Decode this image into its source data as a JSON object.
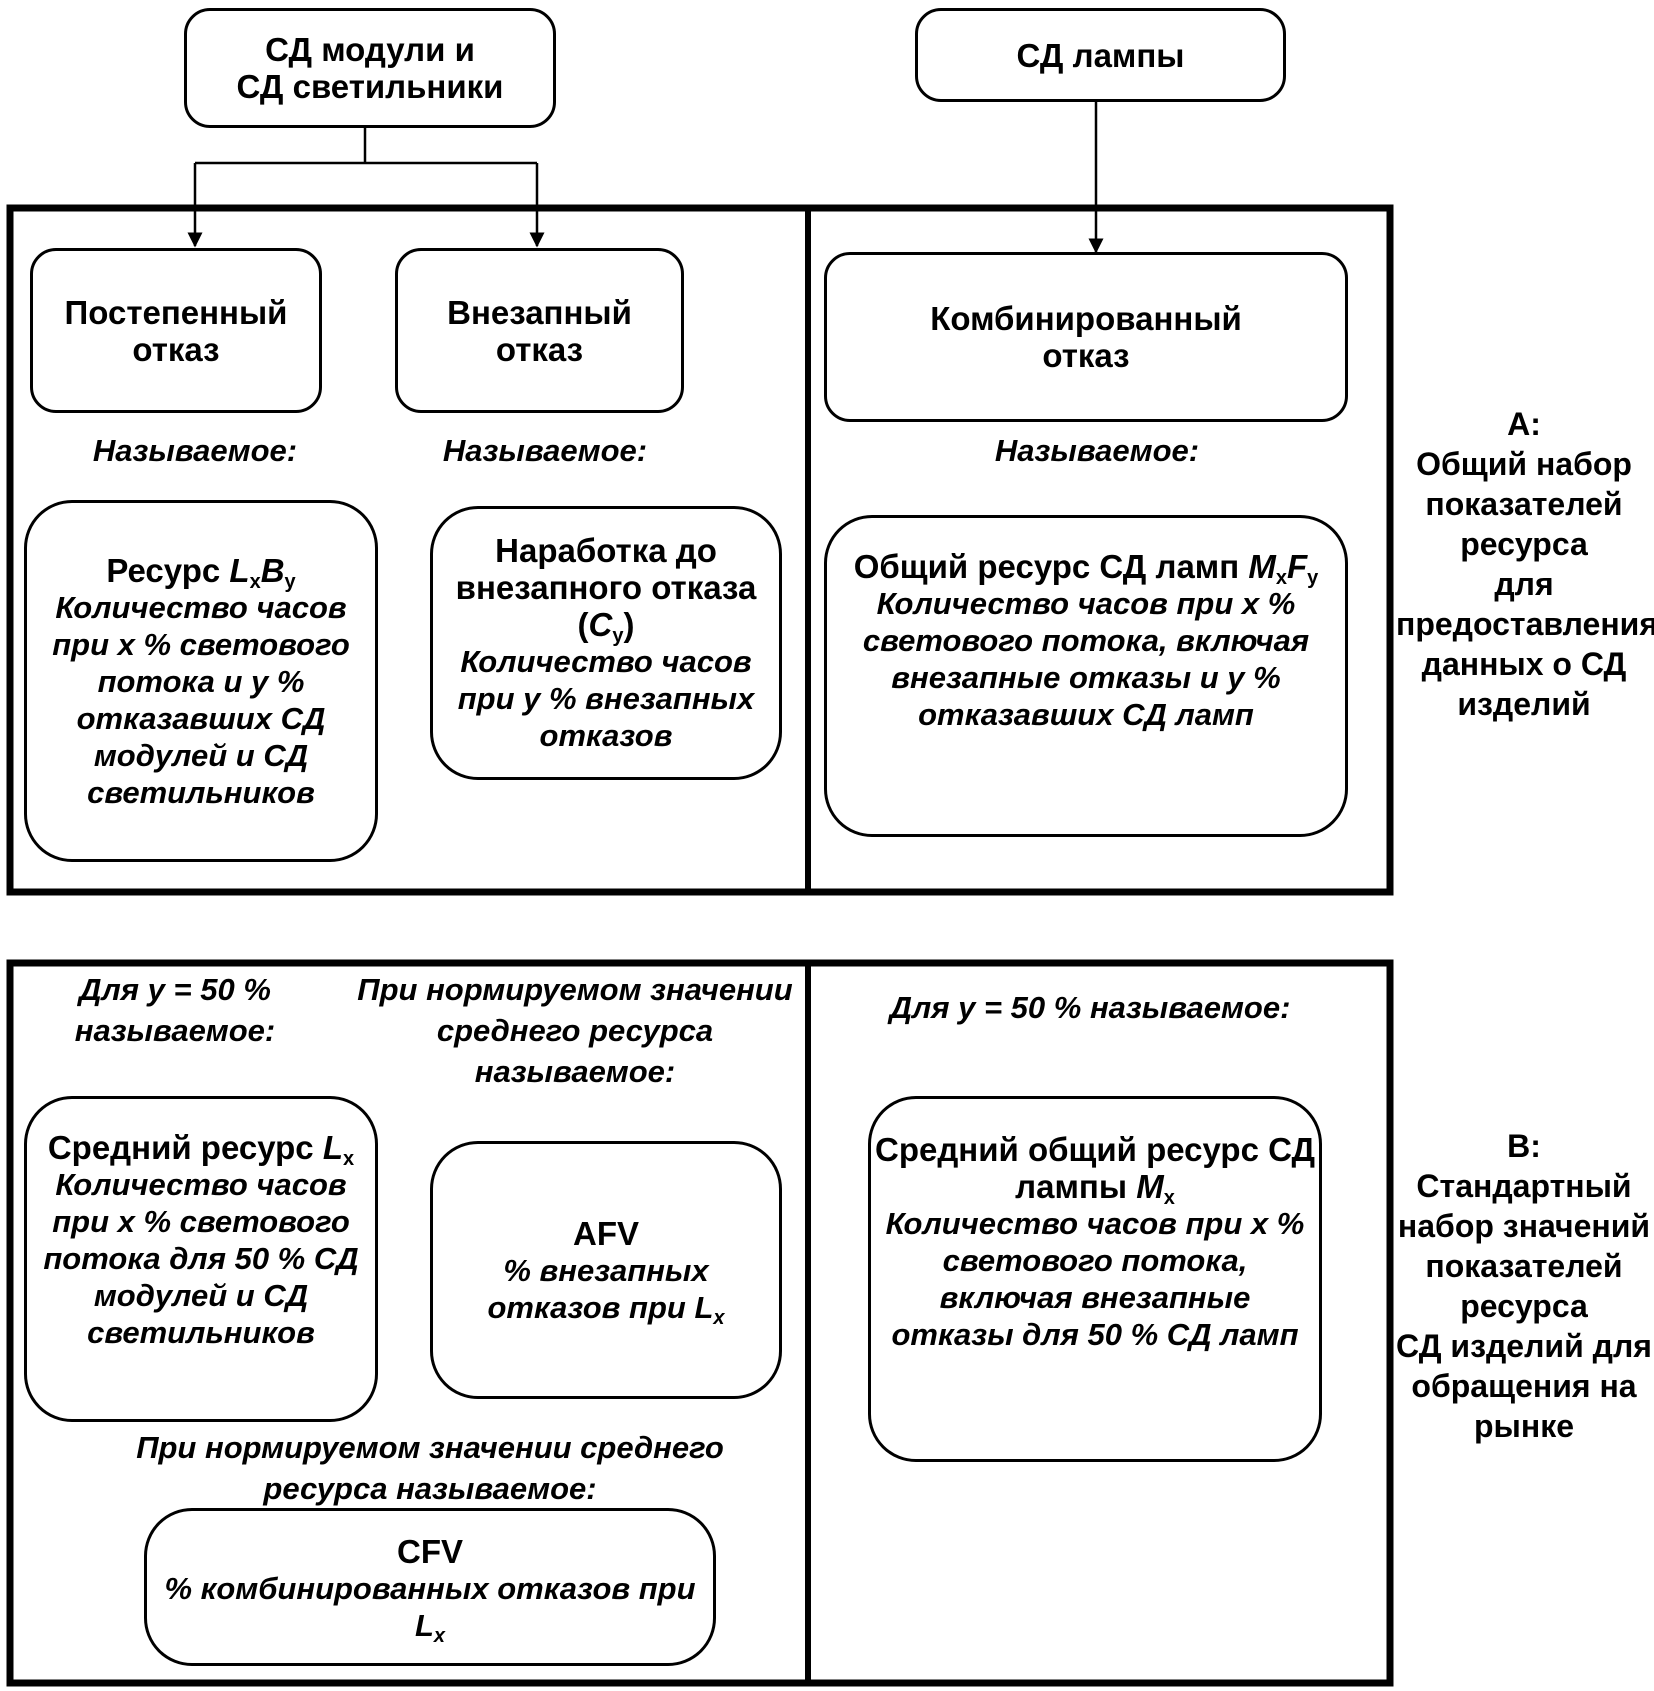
{
  "top": {
    "modules": {
      "line1": "СД модули и",
      "line2": "СД светильники"
    },
    "lamps": {
      "label": "СД лампы"
    }
  },
  "sectionA": {
    "gradual": {
      "line1": "Постепенный",
      "line2": "отказ",
      "named": "Называемое:"
    },
    "abrupt": {
      "line1": "Внезапный",
      "line2": "отказ",
      "named": "Называемое:"
    },
    "combined": {
      "line1": "Комбинированный",
      "line2": "отказ",
      "named": "Называемое:"
    },
    "resource": {
      "title": "Ресурс ",
      "var1": "L",
      "sub1": "x",
      "var2": "B",
      "sub2": "y",
      "desc": [
        "Количество часов",
        "при x % светового",
        "потока и y %",
        "отказавших СД",
        "модулей и СД",
        "светильников"
      ]
    },
    "abrupt_time": {
      "line1": "Наработка до",
      "line2": "внезапного отказа",
      "paren_open": "(",
      "var": "C",
      "sub": "y",
      "paren_close": ")",
      "desc": [
        "Количество часов",
        "при y % внезапных",
        "отказов"
      ]
    },
    "total_resource": {
      "title": "Общий ресурс СД ламп ",
      "var1": "M",
      "sub1": "x",
      "var2": "F",
      "sub2": "y",
      "desc": [
        "Количество часов при x %",
        "светового потока, включая",
        "внезапные отказы и y %",
        "отказавших СД ламп"
      ]
    },
    "side": [
      "A:",
      "Общий набор",
      "показателей",
      "ресурса",
      "для",
      "предоставления",
      "данных о СД",
      "изделий"
    ]
  },
  "sectionB": {
    "named_y50": [
      "Для y = 50 %",
      "называемое:"
    ],
    "named_rated": [
      "При нормируемом значении",
      "среднего ресурса",
      "называемое:"
    ],
    "named_rated2": [
      "При нормируемом значении среднего",
      "ресурса называемое:"
    ],
    "named_lamp_y50": "Для y = 50 % называемое:",
    "mean_resource": {
      "title": "Средний ресурс ",
      "var": "L",
      "sub": "x",
      "desc": [
        "Количество часов",
        "при x % светового",
        "потока для 50 % СД",
        "модулей и СД",
        "светильников"
      ]
    },
    "afv": {
      "title": "AFV",
      "desc1": "% внезапных",
      "desc2": "отказов при ",
      "var": "L",
      "sub": "x"
    },
    "cfv": {
      "title": "CFV",
      "desc": "% комбинированных отказов при ",
      "var": "L",
      "sub": "x"
    },
    "mean_total": {
      "line1": "Средний общий ресурс СД",
      "line2": "лампы ",
      "var": "M",
      "sub": "x",
      "desc": [
        "Количество часов при x %",
        "светового потока,",
        "включая внезапные",
        "отказы для 50 % СД ламп"
      ]
    },
    "side": [
      "B:",
      "Стандартный",
      "набор значений",
      "показателей",
      "ресурса",
      "СД изделий для",
      "обращения на",
      "рынке"
    ]
  }
}
